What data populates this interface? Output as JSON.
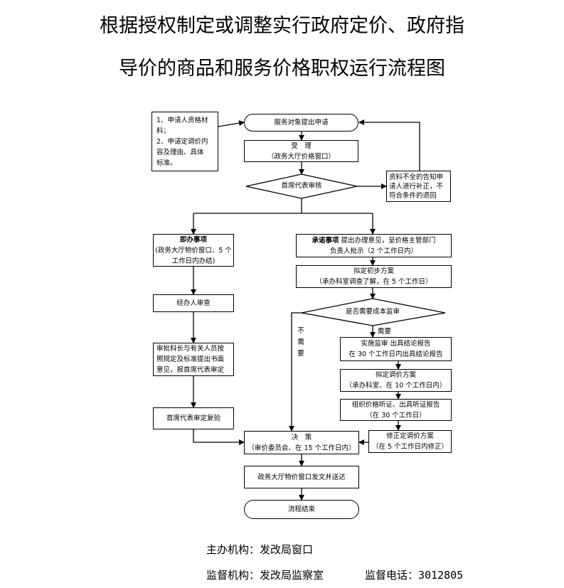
{
  "title": {
    "line1": "根据授权制定或调整实行政府定价、政府指",
    "line2": "导价的商品和服务价格职权运行流程图"
  },
  "nodes": {
    "start": "服务对象提出申请",
    "materials": {
      "line1": "1、申请人资格材",
      "line2": "料；",
      "line3": "2、申请定调价内",
      "line4": "容及理由、具体",
      "line5": "标准。"
    },
    "accept": {
      "line1": "受　理",
      "line2": "（政务大厅价格窗口）"
    },
    "review": "首席代表审核",
    "notify": {
      "line1": "资料不全的告知申",
      "line2": "请人进行补正，不",
      "line3": "符合条件的退回"
    },
    "immediate": {
      "title": "即办事项",
      "line1": "(政务大厅物价窗口、5 个",
      "line2": "工作日内办结)"
    },
    "promise": {
      "title": "承诺事项",
      "line1_rest": "提出办理意见，呈价格主管部门",
      "line2": "负责人批示（2 个工作日内）"
    },
    "draft": {
      "line1": "拟定初步方案",
      "line2": "（承办科室调查了解，在 5 个工作日）"
    },
    "cost_check": "是否需要成本监审",
    "handler": "经办人审查",
    "audit": {
      "line1": "实施监审  出具结论报告",
      "line2": "在 30 个工作日内出具结论报告"
    },
    "chief_review": {
      "line1": "审批科长与有关人员按",
      "line2": "照规定及标准提出书面",
      "line3": "意见，报首席代表审定"
    },
    "plan": {
      "line1": "拟定调价方案",
      "line2": "（承办科室、在 10 个工作日内）"
    },
    "hearing": {
      "line1": "组织价格听证、出具听证报告",
      "line2": "（在 30 个工作日）"
    },
    "chief_recheck": "首席代表审定复验",
    "revise": {
      "line1": "修正定调价方案",
      "line2": "（在 5 个工作日内修正）"
    },
    "decision": {
      "line1": "决　策",
      "line2": "（审价委员会、在 15 个工作日内）"
    },
    "issue": "政务大厅物价窗口发文并送达",
    "end": "流程结束"
  },
  "labels": {
    "needed": "需要",
    "not_needed": {
      "c1": "不",
      "c2": "需",
      "c3": "要"
    }
  },
  "footer": {
    "organizer": "主办机构：发改局窗口",
    "supervisor": "监督机构：发改局监察室",
    "phone": "监督电话：3012805"
  }
}
